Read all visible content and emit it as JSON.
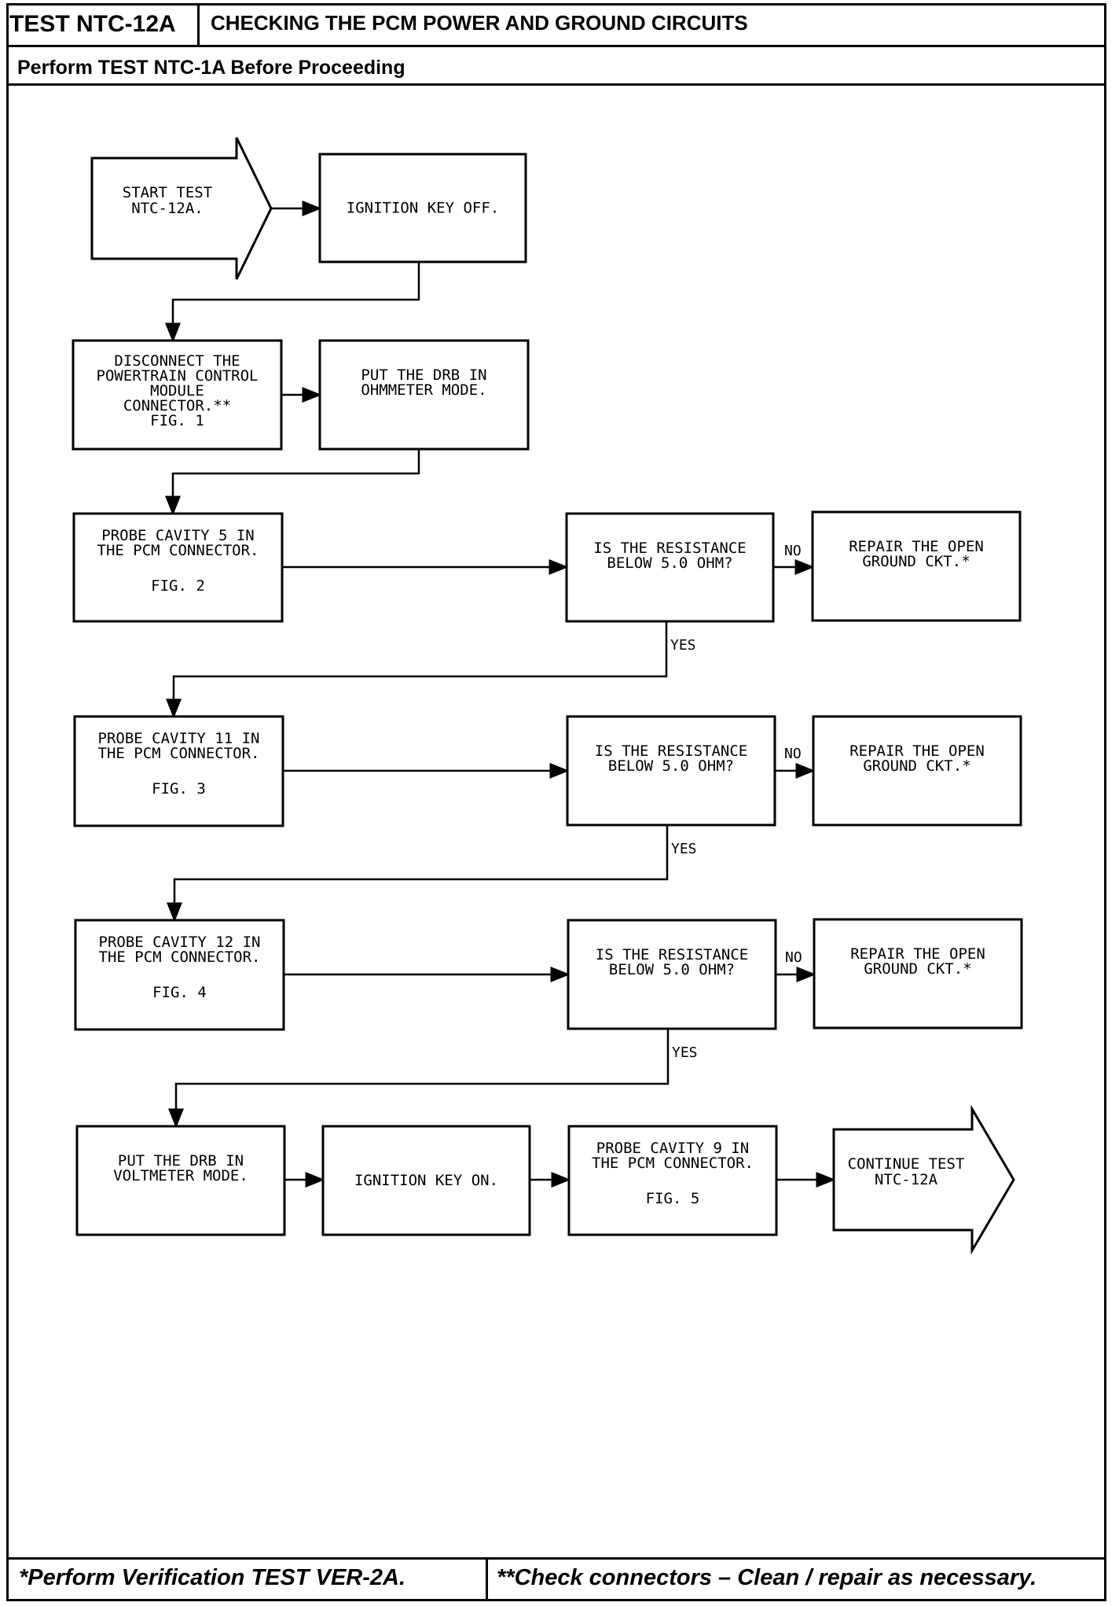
{
  "header": {
    "test_id": "TEST NTC-12A",
    "title": "CHECKING THE PCM POWER AND GROUND CIRCUITS",
    "subtitle": "Perform TEST NTC-1A Before Proceeding"
  },
  "footer": {
    "left": "*Perform Verification TEST VER-2A.",
    "right": "**Check connectors – Clean / repair as necessary."
  },
  "nodes": {
    "start": [
      "START TEST",
      "NTC-12A."
    ],
    "key_off": [
      "IGNITION KEY OFF."
    ],
    "disconnect": [
      "DISCONNECT THE",
      "POWERTRAIN CONTROL",
      "MODULE",
      "CONNECTOR.**",
      "FIG. 1"
    ],
    "ohmmeter": [
      "PUT THE DRB IN",
      "OHMMETER MODE."
    ],
    "probe5": [
      "PROBE CAVITY 5 IN",
      "THE PCM CONNECTOR.",
      "",
      "FIG. 2"
    ],
    "q1": [
      "IS THE RESISTANCE",
      "BELOW 5.0 OHM?"
    ],
    "repair1": [
      "REPAIR THE OPEN",
      "GROUND CKT.*"
    ],
    "probe11": [
      "PROBE CAVITY 11 IN",
      "THE PCM CONNECTOR.",
      "",
      "FIG. 3"
    ],
    "q2": [
      "IS THE RESISTANCE",
      "BELOW 5.0 OHM?"
    ],
    "repair2": [
      "REPAIR THE OPEN",
      "GROUND CKT.*"
    ],
    "probe12": [
      "PROBE CAVITY 12 IN",
      "THE PCM CONNECTOR.",
      "",
      "FIG. 4"
    ],
    "q3": [
      "IS THE RESISTANCE",
      "BELOW 5.0 OHM?"
    ],
    "repair3": [
      "REPAIR THE OPEN",
      "GROUND CKT.*"
    ],
    "voltmeter": [
      "PUT THE DRB IN",
      "VOLTMETER MODE."
    ],
    "key_on": [
      "IGNITION KEY ON."
    ],
    "probe9": [
      "PROBE CAVITY 9 IN",
      "THE PCM CONNECTOR.",
      "",
      "FIG. 5"
    ],
    "continue": [
      "CONTINUE TEST",
      "NTC-12A"
    ]
  },
  "edge_labels": {
    "no": "NO",
    "yes": "YES"
  }
}
